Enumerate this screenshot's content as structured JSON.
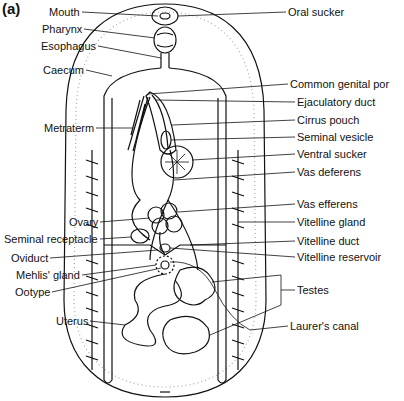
{
  "diagram": {
    "labels": [
      "(a)",
      "Mouth",
      "Pharynx",
      "Esophagus",
      "Caecum",
      "Metraterm",
      "Ovary",
      "Seminal receptacle",
      "Oviduct",
      "Mehlis' gland",
      "Ootype",
      "Uterus",
      "Oral sucker",
      "Common genital por",
      "Ejaculatory duct",
      "Cirrus pouch",
      "Seminal vesicle",
      "Ventral sucker",
      "Vas deferens",
      "Vas efferens",
      "Vitelline gland",
      "Vitelline duct",
      "Vitelline reservoir",
      "Testes",
      "Laurer's canal"
    ]
  }
}
